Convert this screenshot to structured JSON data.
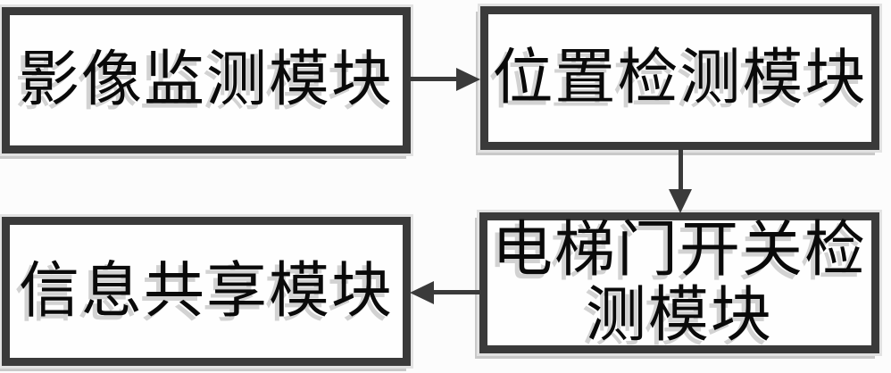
{
  "diagram": {
    "type": "flowchart",
    "colors": {
      "box_border": "#3a3a3a",
      "box_fill": "#fefefe",
      "arrow": "#3a3a3a",
      "text": "#0a0a0a",
      "ghost_shadow": "#d2d2d2",
      "box_shadow": "#c9c9c9",
      "background": "#fcfcfc"
    },
    "boxes": {
      "image_monitoring": {
        "label": "影像监测模块"
      },
      "position_detection": {
        "label": "位置检测模块"
      },
      "door_switch_detection": {
        "label": "电梯门开关检测模块",
        "line1": "电梯门开关检",
        "line2": "测模块"
      },
      "information_sharing": {
        "label": "信息共享模块"
      }
    },
    "arrows": [
      {
        "from": "影像监测模块",
        "to": "位置检测模块",
        "direction": "right"
      },
      {
        "from": "位置检测模块",
        "to": "电梯门开关检测模块",
        "direction": "down"
      },
      {
        "from": "电梯门开关检测模块",
        "to": "信息共享模块",
        "direction": "left"
      }
    ]
  }
}
